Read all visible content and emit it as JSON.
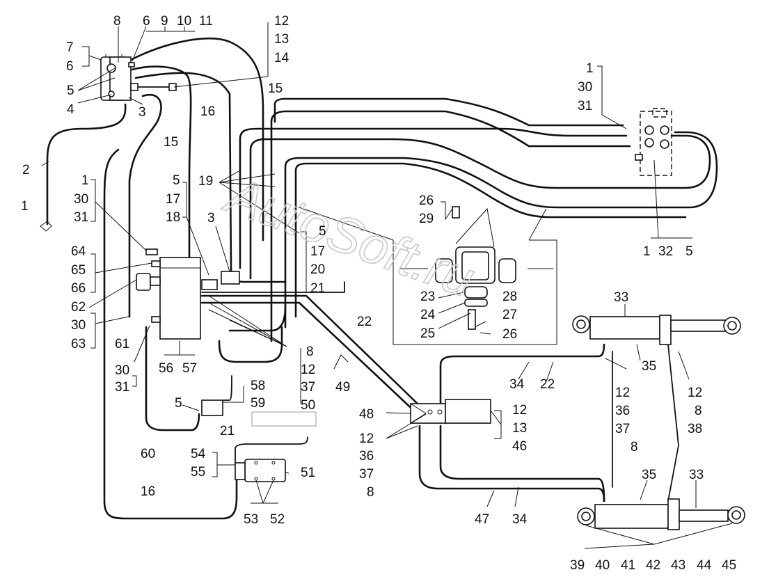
{
  "watermark": "AutoSoft.ru",
  "labels": [
    {
      "id": "l1",
      "text": "8"
    },
    {
      "id": "l2",
      "text": "6"
    },
    {
      "id": "l3",
      "text": "9"
    },
    {
      "id": "l4",
      "text": "10"
    },
    {
      "id": "l5",
      "text": "11"
    },
    {
      "id": "l6",
      "text": "12"
    },
    {
      "id": "l7",
      "text": "13"
    },
    {
      "id": "l8",
      "text": "14"
    },
    {
      "id": "l9",
      "text": "7"
    },
    {
      "id": "l10",
      "text": "6"
    },
    {
      "id": "l11",
      "text": "5"
    },
    {
      "id": "l12",
      "text": "4"
    },
    {
      "id": "l13",
      "text": "3"
    },
    {
      "id": "l14",
      "text": "15"
    },
    {
      "id": "l15",
      "text": "16"
    },
    {
      "id": "l16",
      "text": "15"
    },
    {
      "id": "l17",
      "text": "2"
    },
    {
      "id": "l18",
      "text": "1"
    },
    {
      "id": "l19",
      "text": "1"
    },
    {
      "id": "l20",
      "text": "30"
    },
    {
      "id": "l21",
      "text": "31"
    },
    {
      "id": "l22",
      "text": "5"
    },
    {
      "id": "l23",
      "text": "17"
    },
    {
      "id": "l24",
      "text": "18"
    },
    {
      "id": "l25",
      "text": "3"
    },
    {
      "id": "l26",
      "text": "19"
    },
    {
      "id": "l27",
      "text": "64"
    },
    {
      "id": "l28",
      "text": "65"
    },
    {
      "id": "l29",
      "text": "66"
    },
    {
      "id": "l30",
      "text": "62"
    },
    {
      "id": "l31",
      "text": "30"
    },
    {
      "id": "l32",
      "text": "63"
    },
    {
      "id": "l33",
      "text": "61"
    },
    {
      "id": "l34",
      "text": "30"
    },
    {
      "id": "l35",
      "text": "31"
    },
    {
      "id": "l36",
      "text": "56"
    },
    {
      "id": "l37",
      "text": "57"
    },
    {
      "id": "l38",
      "text": "5"
    },
    {
      "id": "l39",
      "text": "17"
    },
    {
      "id": "l40",
      "text": "20"
    },
    {
      "id": "l41",
      "text": "21"
    },
    {
      "id": "l42",
      "text": "22"
    },
    {
      "id": "l43",
      "text": "8"
    },
    {
      "id": "l44",
      "text": "12"
    },
    {
      "id": "l45",
      "text": "37"
    },
    {
      "id": "l46",
      "text": "50"
    },
    {
      "id": "l47",
      "text": "49"
    },
    {
      "id": "l48",
      "text": "58"
    },
    {
      "id": "l49",
      "text": "59"
    },
    {
      "id": "l50",
      "text": "5"
    },
    {
      "id": "l51",
      "text": "21"
    },
    {
      "id": "l52",
      "text": "60"
    },
    {
      "id": "l53",
      "text": "54"
    },
    {
      "id": "l54",
      "text": "55"
    },
    {
      "id": "l55",
      "text": "51"
    },
    {
      "id": "l56",
      "text": "16"
    },
    {
      "id": "l57",
      "text": "53"
    },
    {
      "id": "l58",
      "text": "52"
    },
    {
      "id": "l59",
      "text": "1"
    },
    {
      "id": "l60",
      "text": "30"
    },
    {
      "id": "l61",
      "text": "31"
    },
    {
      "id": "l62",
      "text": "1"
    },
    {
      "id": "l63",
      "text": "32"
    },
    {
      "id": "l64",
      "text": "5"
    },
    {
      "id": "l65",
      "text": "26"
    },
    {
      "id": "l66",
      "text": "29"
    },
    {
      "id": "l67",
      "text": "23"
    },
    {
      "id": "l68",
      "text": "28"
    },
    {
      "id": "l69",
      "text": "24"
    },
    {
      "id": "l70",
      "text": "27"
    },
    {
      "id": "l71",
      "text": "25"
    },
    {
      "id": "l72",
      "text": "26"
    },
    {
      "id": "l73",
      "text": "33"
    },
    {
      "id": "l74",
      "text": "35"
    },
    {
      "id": "l75",
      "text": "34"
    },
    {
      "id": "l76",
      "text": "22"
    },
    {
      "id": "l77",
      "text": "12"
    },
    {
      "id": "l78",
      "text": "36"
    },
    {
      "id": "l79",
      "text": "37"
    },
    {
      "id": "l80",
      "text": "8"
    },
    {
      "id": "l81",
      "text": "12"
    },
    {
      "id": "l82",
      "text": "8"
    },
    {
      "id": "l83",
      "text": "38"
    },
    {
      "id": "l84",
      "text": "48"
    },
    {
      "id": "l85",
      "text": "12"
    },
    {
      "id": "l86",
      "text": "13"
    },
    {
      "id": "l87",
      "text": "46"
    },
    {
      "id": "l88",
      "text": "12"
    },
    {
      "id": "l89",
      "text": "36"
    },
    {
      "id": "l90",
      "text": "37"
    },
    {
      "id": "l91",
      "text": "8"
    },
    {
      "id": "l92",
      "text": "47"
    },
    {
      "id": "l93",
      "text": "34"
    },
    {
      "id": "l94",
      "text": "35"
    },
    {
      "id": "l95",
      "text": "33"
    },
    {
      "id": "l96",
      "text": "39"
    },
    {
      "id": "l97",
      "text": "40"
    },
    {
      "id": "l98",
      "text": "41"
    },
    {
      "id": "l99",
      "text": "42"
    },
    {
      "id": "l100",
      "text": "43"
    },
    {
      "id": "l101",
      "text": "44"
    },
    {
      "id": "l102",
      "text": "45"
    }
  ]
}
